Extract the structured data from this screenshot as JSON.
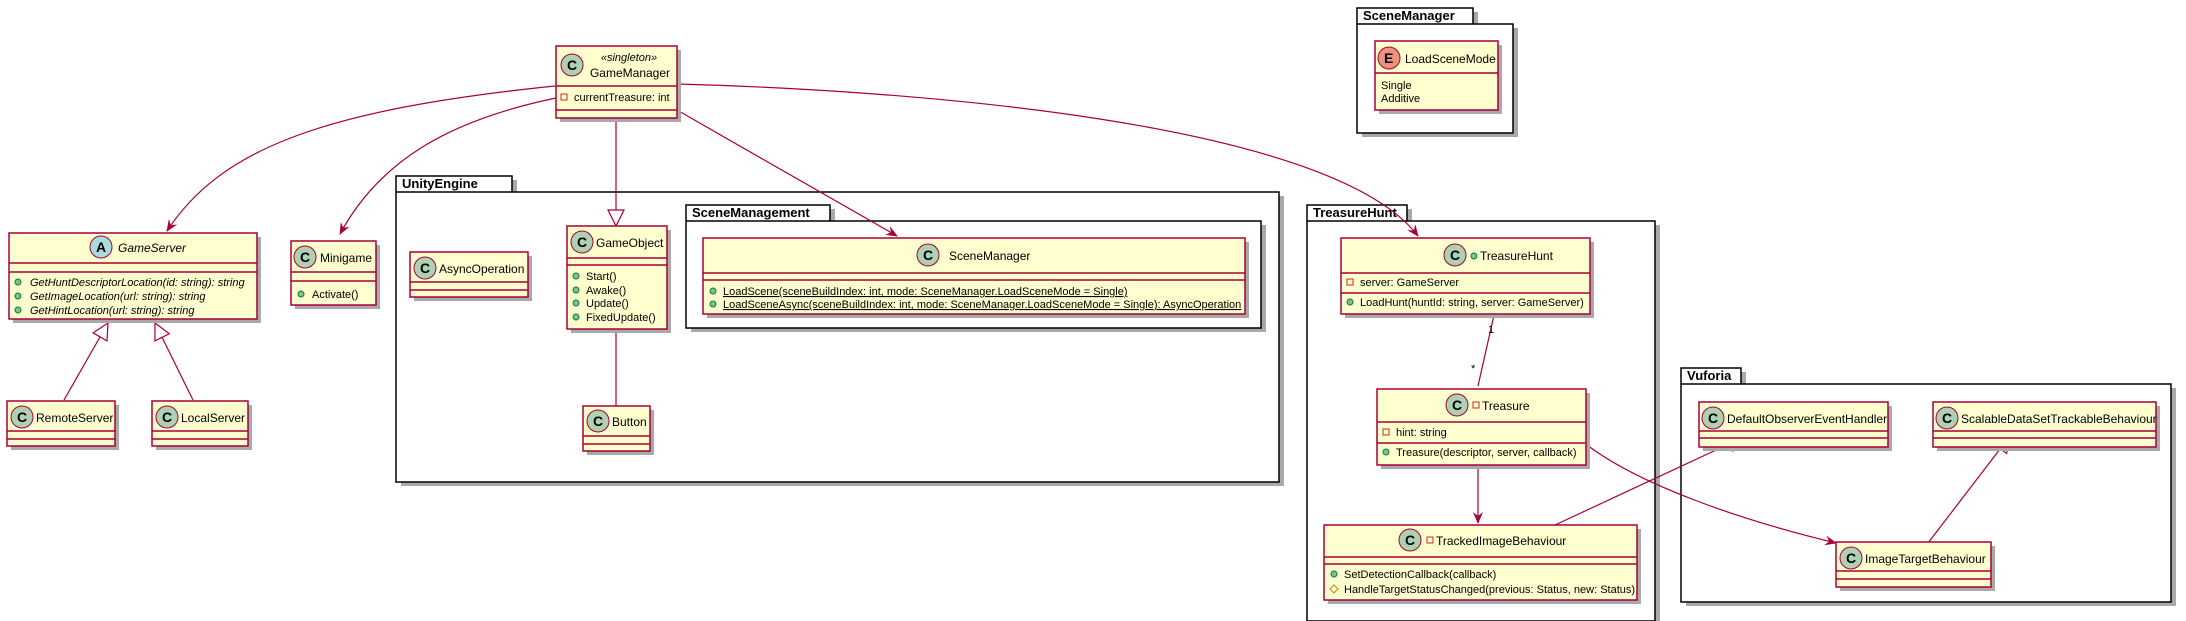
{
  "packages": {
    "unity_engine": "UnityEngine",
    "scene_management": "SceneManagement",
    "scene_manager_pkg": "SceneManager",
    "treasure_hunt": "TreasureHunt",
    "vuforia": "Vuforia"
  },
  "classes": {
    "game_manager": {
      "stereotype": "«singleton»",
      "name": "GameManager",
      "field": "currentTreasure: int"
    },
    "game_server": {
      "name": "GameServer",
      "methods": [
        "GetHuntDescriptorLocation(id: string): string",
        "GetImageLocation(url: string): string",
        "GetHintLocation(url: string): string"
      ]
    },
    "remote_server": {
      "name": "RemoteServer"
    },
    "local_server": {
      "name": "LocalServer"
    },
    "minigame": {
      "name": "Minigame",
      "methods": [
        "Activate()"
      ]
    },
    "async_operation": {
      "name": "AsyncOperation"
    },
    "game_object": {
      "name": "GameObject",
      "methods": [
        "Start()",
        "Awake()",
        "Update()",
        "FixedUpdate()"
      ]
    },
    "button": {
      "name": "Button"
    },
    "scene_manager": {
      "name": "SceneManager",
      "methods": [
        "LoadScene(sceneBuildIndex: int, mode: SceneManager.LoadSceneMode = Single)",
        "LoadSceneAsync(sceneBuildIndex: int, mode: SceneManager.LoadSceneMode = Single): AsyncOperation"
      ]
    },
    "load_scene_mode": {
      "name": "LoadSceneMode",
      "values": [
        "Single",
        "Additive"
      ]
    },
    "treasure_hunt": {
      "name": "TreasureHunt",
      "field": "server: GameServer",
      "methods": [
        "LoadHunt(huntId: string, server: GameServer)"
      ]
    },
    "treasure": {
      "name": "Treasure",
      "field": "hint: string",
      "methods": [
        "Treasure(descriptor, server, callback)"
      ]
    },
    "tracked_image_behaviour": {
      "name": "TrackedImageBehaviour",
      "methods": [
        "SetDetectionCallback(callback)",
        "HandleTargetStatusChanged(previous: Status, new: Status)"
      ]
    },
    "default_observer": {
      "name": "DefaultObserverEventHandler"
    },
    "scalable_dataset": {
      "name": "ScalableDataSetTrackableBehaviour"
    },
    "image_target_behaviour": {
      "name": "ImageTargetBehaviour"
    }
  },
  "multiplicity": {
    "one": "1",
    "many": "*"
  },
  "colors": {
    "class_fill": "#fefece",
    "border": "#a80036",
    "class_icon": "#add1b2",
    "abstract_icon": "#a9dcdf",
    "enum_icon": "#eb937f"
  }
}
